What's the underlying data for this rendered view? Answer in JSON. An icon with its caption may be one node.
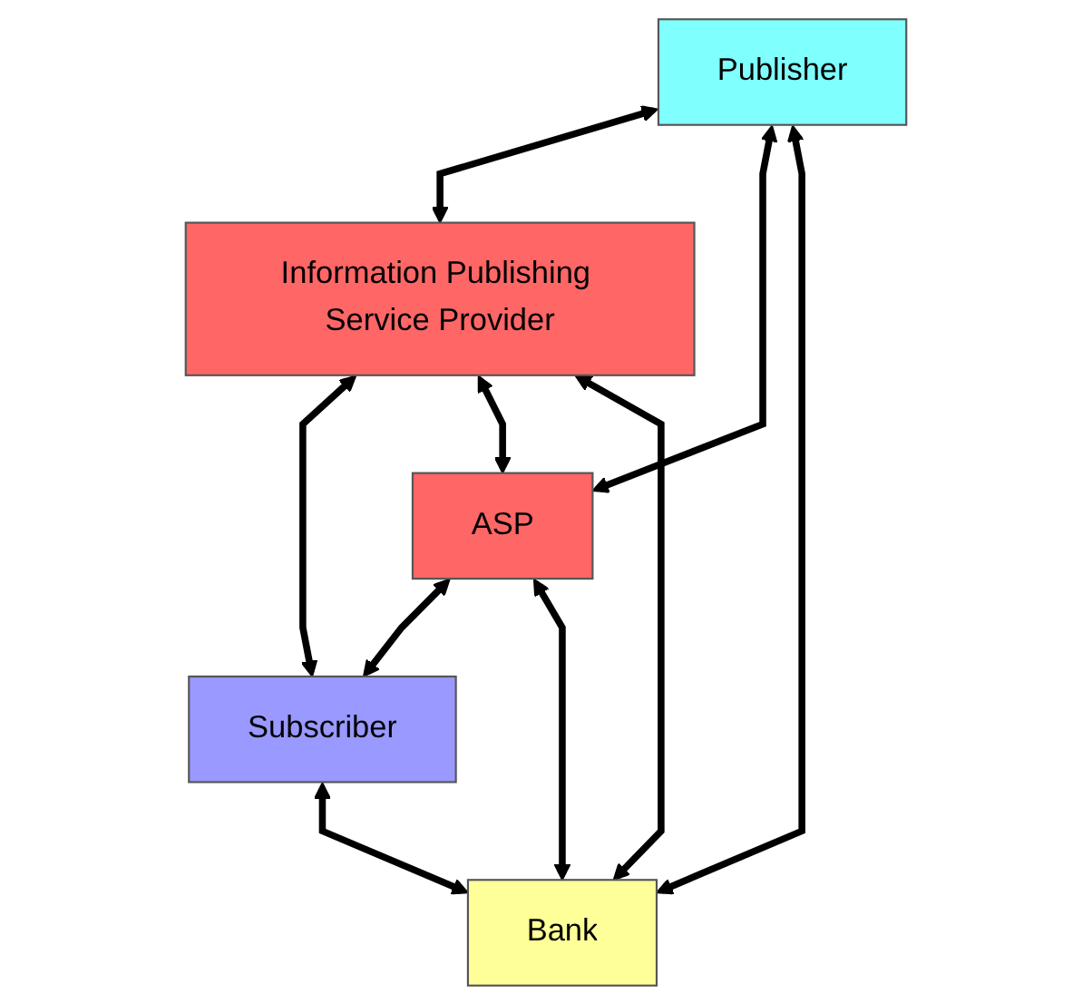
{
  "diagram": {
    "nodes": [
      {
        "text": [
          "Publisher"
        ]
      },
      {
        "text": [
          "Information Publishing Service Provider"
        ]
      },
      {
        "text": [
          "Subscriber"
        ]
      },
      {
        "text": [
          "ASP"
        ]
      },
      {
        "text": [
          "Bank"
        ]
      }
    ],
    "edges": [
      {
        "from": 0,
        "to": 1,
        "arrow": "both"
      },
      {
        "from": 1,
        "to": 2,
        "arrow": "both"
      },
      {
        "from": 1,
        "to": 3,
        "arrow": "both"
      },
      {
        "from": 0,
        "to": 3,
        "arrow": "both"
      },
      {
        "from": 3,
        "to": 2,
        "arrow": "both"
      },
      {
        "from": 3,
        "to": 4,
        "arrow": "both"
      },
      {
        "from": 1,
        "to": 4,
        "arrow": "both"
      },
      {
        "from": 0,
        "to": 4,
        "arrow": "both"
      },
      {
        "from": 2,
        "to": 4,
        "arrow": "both"
      }
    ]
  }
}
